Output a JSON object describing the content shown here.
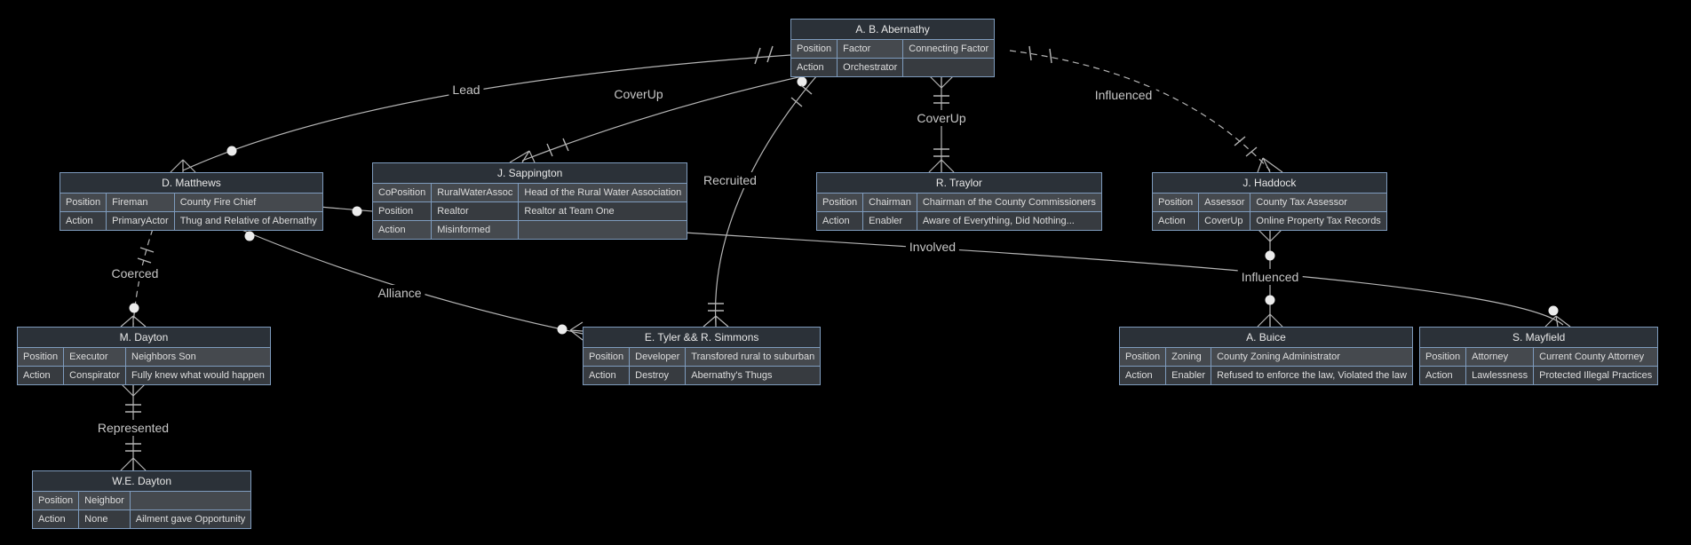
{
  "diagram": {
    "type": "entity-relationship",
    "colors": {
      "background": "#000000",
      "entity_border": "#7e9bbd",
      "entity_title_bg": "#2b3138",
      "entity_row_odd_bg": "#45494e",
      "entity_row_even_bg": "#373b40",
      "text": "#dedede",
      "edge": "#b5b5b5",
      "edge_label": "#c6c6c6"
    }
  },
  "entities": [
    {
      "id": "abernathy",
      "title": "A. B. Abernathy",
      "rows": [
        [
          "Position",
          "Factor",
          "Connecting Factor"
        ],
        [
          "Action",
          "Orchestrator",
          ""
        ]
      ]
    },
    {
      "id": "d-matthews",
      "title": "D. Matthews",
      "rows": [
        [
          "Position",
          "Fireman",
          "County Fire Chief"
        ],
        [
          "Action",
          "PrimaryActor",
          "Thug and Relative of Abernathy"
        ]
      ]
    },
    {
      "id": "j-sappington",
      "title": "J. Sappington",
      "rows": [
        [
          "CoPosition",
          "RuralWaterAssoc",
          "Head of the Rural Water Association"
        ],
        [
          "Position",
          "Realtor",
          "Realtor at Team One"
        ],
        [
          "Action",
          "Misinformed",
          ""
        ]
      ]
    },
    {
      "id": "r-traylor",
      "title": "R. Traylor",
      "rows": [
        [
          "Position",
          "Chairman",
          "Chairman of the County Commissioners"
        ],
        [
          "Action",
          "Enabler",
          "Aware of Everything, Did Nothing..."
        ]
      ]
    },
    {
      "id": "j-haddock",
      "title": "J. Haddock",
      "rows": [
        [
          "Position",
          "Assessor",
          "County Tax Assessor"
        ],
        [
          "Action",
          "CoverUp",
          "Online Property Tax Records"
        ]
      ]
    },
    {
      "id": "m-dayton",
      "title": "M. Dayton",
      "rows": [
        [
          "Position",
          "Executor",
          "Neighbors Son"
        ],
        [
          "Action",
          "Conspirator",
          "Fully knew what would happen"
        ]
      ]
    },
    {
      "id": "tyler-simmons",
      "title": "E. Tyler && R. Simmons",
      "rows": [
        [
          "Position",
          "Developer",
          "Transfored rural to suburban"
        ],
        [
          "Action",
          "Destroy",
          "Abernathy's Thugs"
        ]
      ]
    },
    {
      "id": "a-buice",
      "title": "A. Buice",
      "rows": [
        [
          "Position",
          "Zoning",
          "County Zoning Administrator"
        ],
        [
          "Action",
          "Enabler",
          "Refused to enforce the law, Violated the law"
        ]
      ]
    },
    {
      "id": "s-mayfield",
      "title": "S. Mayfield",
      "rows": [
        [
          "Position",
          "Attorney",
          "Current County Attorney"
        ],
        [
          "Action",
          "Lawlessness",
          "Protected Illegal Practices"
        ]
      ]
    },
    {
      "id": "we-dayton",
      "title": "W.E. Dayton",
      "rows": [
        [
          "Position",
          "Neighbor",
          ""
        ],
        [
          "Action",
          "None",
          "Ailment gave Opportunity"
        ]
      ]
    }
  ],
  "relationships": [
    {
      "label": "Lead",
      "from": "A. B. Abernathy",
      "to": "D. Matthews"
    },
    {
      "label": "CoverUp",
      "from": "A. B. Abernathy",
      "to": "J. Sappington"
    },
    {
      "label": "CoverUp",
      "from": "A. B. Abernathy",
      "to": "R. Traylor"
    },
    {
      "label": "Influenced",
      "from": "A. B. Abernathy",
      "to": "J. Haddock"
    },
    {
      "label": "Recruited",
      "from": "A. B. Abernathy",
      "to": "E. Tyler && R. Simmons"
    },
    {
      "label": "Coerced",
      "from": "D. Matthews",
      "to": "M. Dayton"
    },
    {
      "label": "Alliance",
      "from": "D. Matthews",
      "to": "E. Tyler && R. Simmons"
    },
    {
      "label": "Involved",
      "from": "D. Matthews",
      "to": "S. Mayfield"
    },
    {
      "label": "Influenced",
      "from": "J. Haddock",
      "to": "A. Buice"
    },
    {
      "label": "Represented",
      "from": "M. Dayton",
      "to": "W.E. Dayton"
    }
  ]
}
